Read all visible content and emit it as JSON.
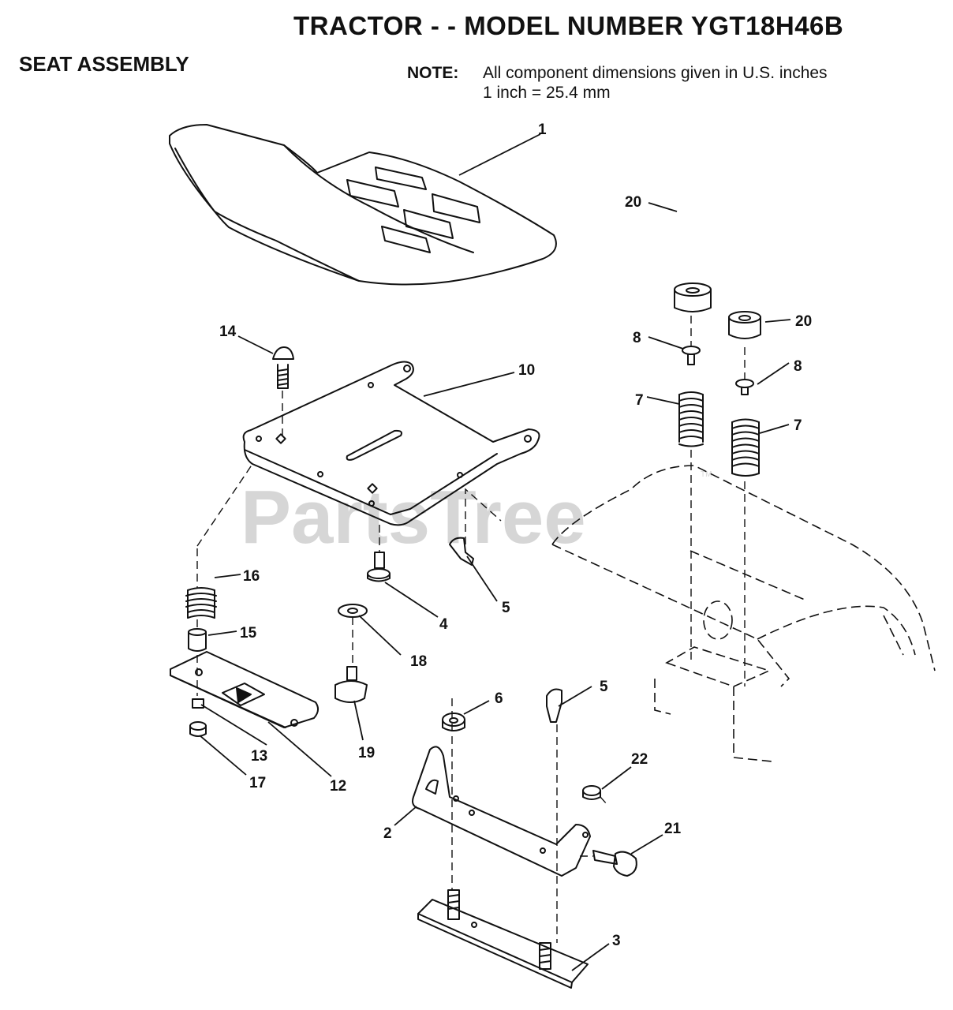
{
  "header": {
    "title": "TRACTOR - - MODEL NUMBER YGT18H46B",
    "section": "SEAT ASSEMBLY",
    "note_label": "NOTE:",
    "note_line1": "All component dimensions given in U.S. inches",
    "note_line2": "1 inch = 25.4 mm"
  },
  "watermark": {
    "text": "PartsTree",
    "tm": "TM"
  },
  "callouts": {
    "c1": "1",
    "c2": "2",
    "c3": "3",
    "c4": "4",
    "c5a": "5",
    "c5b": "5",
    "c6": "6",
    "c7a": "7",
    "c7b": "7",
    "c8a": "8",
    "c8b": "8",
    "c10": "10",
    "c12": "12",
    "c13": "13",
    "c14": "14",
    "c15": "15",
    "c16": "16",
    "c17": "17",
    "c18": "18",
    "c19": "19",
    "c20a": "20",
    "c20b": "20",
    "c21": "21",
    "c22": "22"
  }
}
